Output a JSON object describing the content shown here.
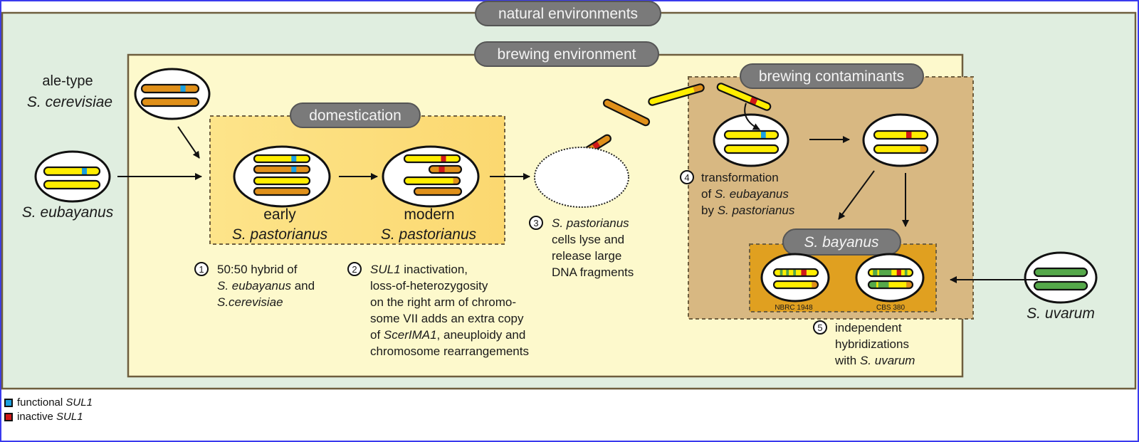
{
  "title": "Domestication and spread of S. pastorianus SUL1 alleles",
  "regions": {
    "natural": "natural environments",
    "brewing": "brewing environment",
    "domestication": "domestication",
    "contaminants": "brewing contaminants",
    "bayanus": "S. bayanus"
  },
  "colors": {
    "natural_bg": "#e0eee0",
    "brewing_bg": "#fdf9cc",
    "domestication_bg": "#fbe28a",
    "contaminants_bg": "#d8b882",
    "bayanus_bg": "#e0a020",
    "pill": "#7a7a7a",
    "eubayanus_chr": "#ffee00",
    "cerevisiae_chr": "#e0901a",
    "uvarum_chr": "#55a84a",
    "functional_sul1": "#1aa0e0",
    "inactive_sul1": "#d01818"
  },
  "labels": {
    "ale_line1": "ale-type",
    "ale_line2": "S. cerevisiae",
    "eubayanus": "S. eubayanus",
    "early_line1": "early",
    "early_line2": "S. pastorianus",
    "modern_line1": "modern",
    "modern_line2": "S. pastorianus",
    "uvarum": "S. uvarum",
    "nbrc": "NBRC 1948",
    "cbs": "CBS 380"
  },
  "steps": [
    {
      "num": "1",
      "lines": [
        "50:50 hybrid of",
        "S. eubayanus and",
        "S.cerevisiae"
      ]
    },
    {
      "num": "2",
      "lines": [
        "SUL1 inactivation,",
        "loss-of-heterozygosity",
        "on the right arm of chromo-",
        "some VII adds an extra copy",
        "of ScerIMA1, aneuploidy and",
        "chromosome rearrangements"
      ]
    },
    {
      "num": "3",
      "lines": [
        "S. pastorianus",
        "cells lyse and",
        "release large",
        "DNA fragments"
      ]
    },
    {
      "num": "4",
      "lines": [
        "transformation",
        "of S. eubayanus",
        "by S. pastorianus"
      ]
    },
    {
      "num": "5",
      "lines": [
        "independent",
        "hybridizations",
        "with S. uvarum"
      ]
    }
  ],
  "legend": [
    {
      "label": "functional ",
      "gene": "SUL1",
      "color": "#1aa0e0"
    },
    {
      "label": "inactive ",
      "gene": "SUL1",
      "color": "#d01818"
    }
  ]
}
